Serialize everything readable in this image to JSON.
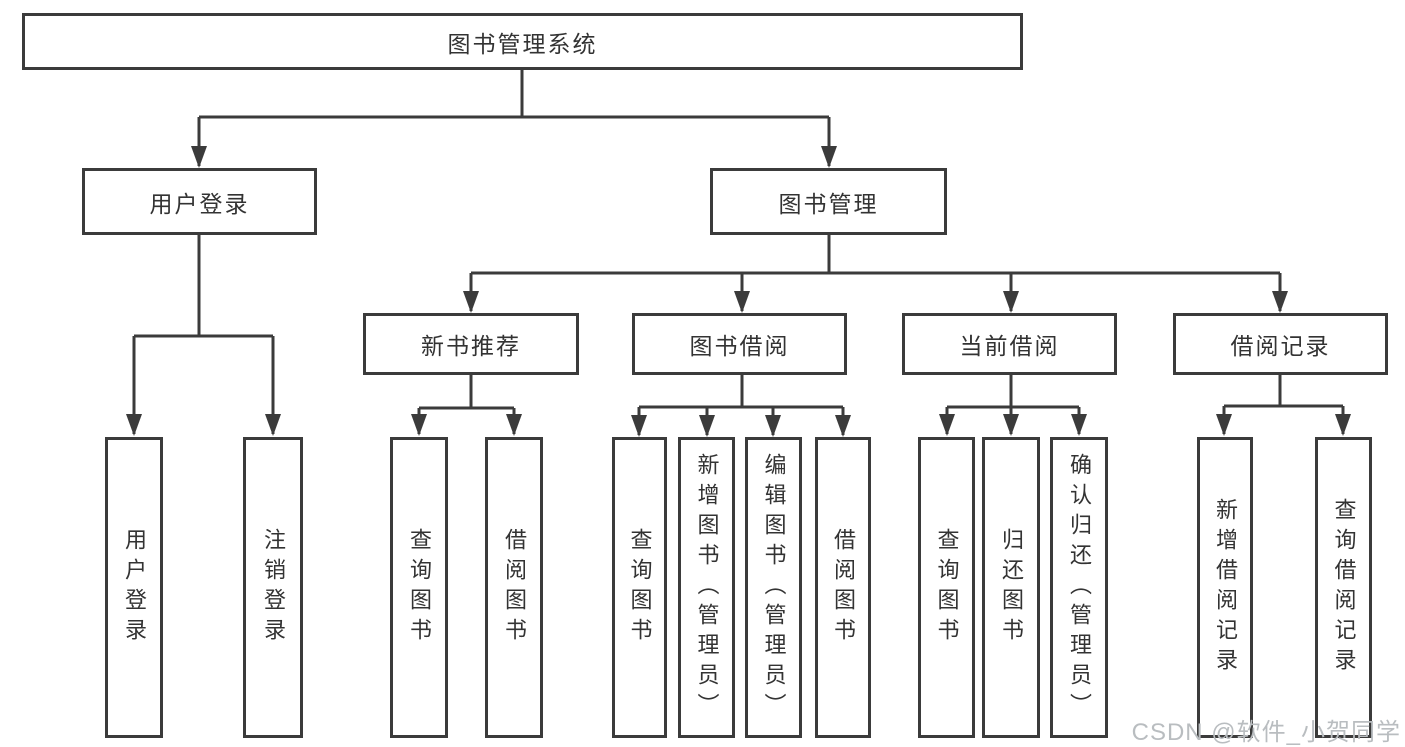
{
  "diagram": {
    "root": {
      "label": "图书管理系统"
    },
    "level1": [
      {
        "label": "用户登录"
      },
      {
        "label": "图书管理"
      }
    ],
    "level2": [
      {
        "label": "新书推荐"
      },
      {
        "label": "图书借阅"
      },
      {
        "label": "当前借阅"
      },
      {
        "label": "借阅记录"
      }
    ],
    "leaves": {
      "user_login": [
        {
          "label": "用户登录"
        },
        {
          "label": "注销登录"
        }
      ],
      "new_books": [
        {
          "label": "查询图书"
        },
        {
          "label": "借阅图书"
        }
      ],
      "book_borrow": [
        {
          "label": "查询图书"
        },
        {
          "label": "新增图书（管理员）"
        },
        {
          "label": "编辑图书（管理员）"
        },
        {
          "label": "借阅图书"
        }
      ],
      "current_borrow": [
        {
          "label": "查询图书"
        },
        {
          "label": "归还图书"
        },
        {
          "label": "确认归还（管理员）"
        }
      ],
      "borrow_records": [
        {
          "label": "新增借阅记录"
        },
        {
          "label": "查询借阅记录"
        }
      ]
    },
    "watermark": "CSDN @软件_小贺同学",
    "colors": {
      "line": "#3b3b3b",
      "text": "#333333",
      "watermark": "#b9bdc0",
      "background": "#ffffff"
    }
  }
}
